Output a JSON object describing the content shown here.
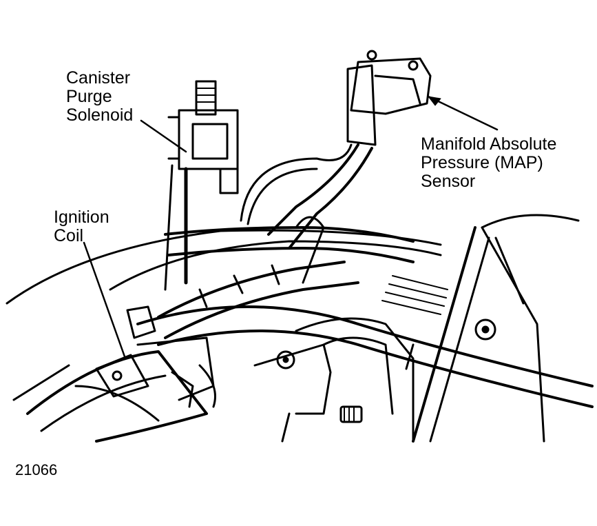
{
  "diagram": {
    "figure_number": "21066",
    "labels": {
      "canister_purge_solenoid": [
        "Canister",
        "Purge",
        "Solenoid"
      ],
      "map_sensor": [
        "Manifold Absolute",
        "Pressure (MAP)",
        "Sensor"
      ],
      "ignition_coil": [
        "Ignition",
        "Coil"
      ]
    }
  }
}
